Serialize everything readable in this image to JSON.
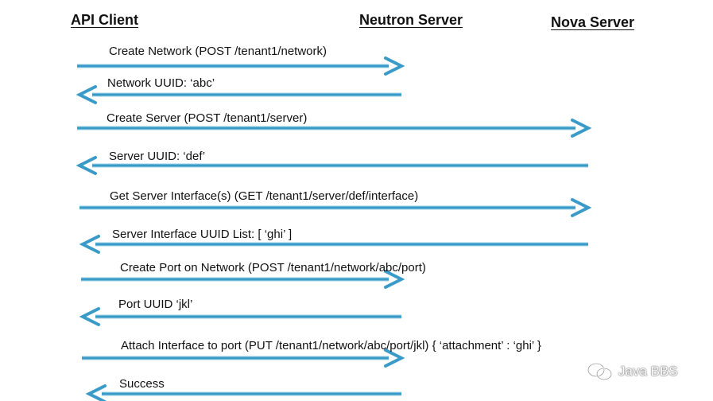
{
  "actors": [
    "API Client",
    "Neutron Server",
    "Nova Server"
  ],
  "arrow_color": "#3a9bc8",
  "messages": [
    {
      "label": "Create Network (POST /tenant1/network)",
      "from": "API Client",
      "to": "Neutron Server"
    },
    {
      "label": "Network UUID:  ‘abc’",
      "from": "Neutron Server",
      "to": "API Client"
    },
    {
      "label": "Create Server (POST /tenant1/server)",
      "from": "API Client",
      "to": "Nova Server"
    },
    {
      "label": "Server UUID: ‘def’",
      "from": "Nova Server",
      "to": "API Client"
    },
    {
      "label": "Get Server Interface(s) (GET /tenant1/server/def/interface)",
      "from": "API Client",
      "to": "Nova Server"
    },
    {
      "label": "Server Interface UUID List: [ ‘ghi’ ]",
      "from": "Nova Server",
      "to": "API Client"
    },
    {
      "label": "Create Port on Network (POST /tenant1/network/abc/port)",
      "from": "API Client",
      "to": "Neutron Server"
    },
    {
      "label": "Port UUID ‘jkl’",
      "from": "Neutron Server",
      "to": "API Client"
    },
    {
      "label": "Attach Interface to port (PUT /tenant1/network/abc/port/jkl) { ‘attachment’ : ‘ghi’ }",
      "from": "API Client",
      "to": "Neutron Server"
    },
    {
      "label": "Success",
      "from": "Neutron Server",
      "to": "API Client"
    }
  ],
  "watermark": {
    "text": "Java BBS",
    "icon": "wechat-icon"
  }
}
